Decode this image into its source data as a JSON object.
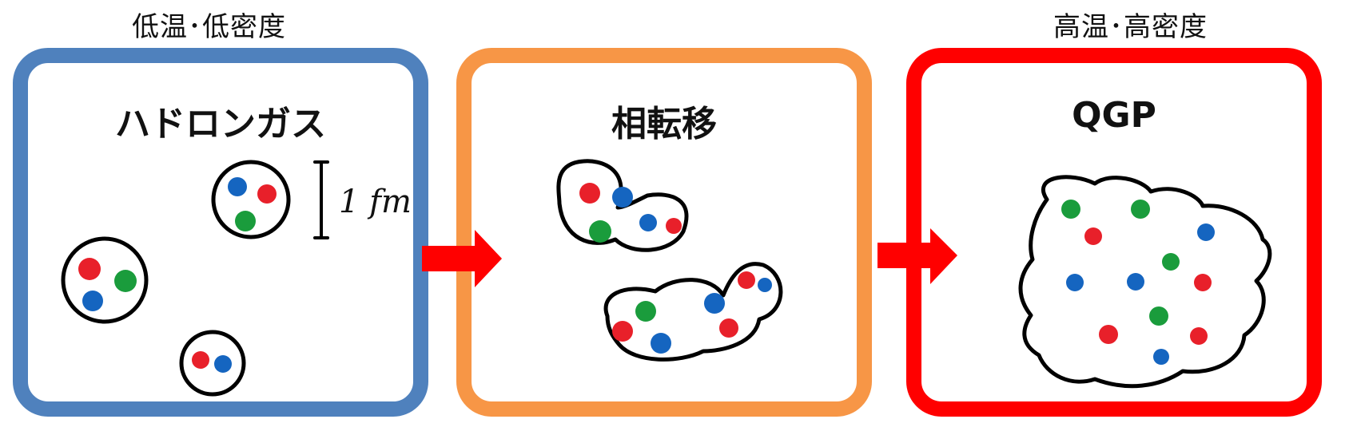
{
  "labels": {
    "low": "低温･低密度",
    "high": "高温･高密度"
  },
  "panels": {
    "hadron": {
      "title": "ハドロンガス"
    },
    "transition": {
      "title": "相転移"
    },
    "qgp": {
      "title": "QGP"
    }
  },
  "scale": {
    "text": "1 fm"
  },
  "colors": {
    "hadron_border": "#4f81bd",
    "transition_border": "#f79646",
    "qgp_border": "#ff0000",
    "arrow": "#ff0000",
    "quark_red": "#e8202a",
    "quark_green": "#1a9c3c",
    "quark_blue": "#1565c0"
  }
}
